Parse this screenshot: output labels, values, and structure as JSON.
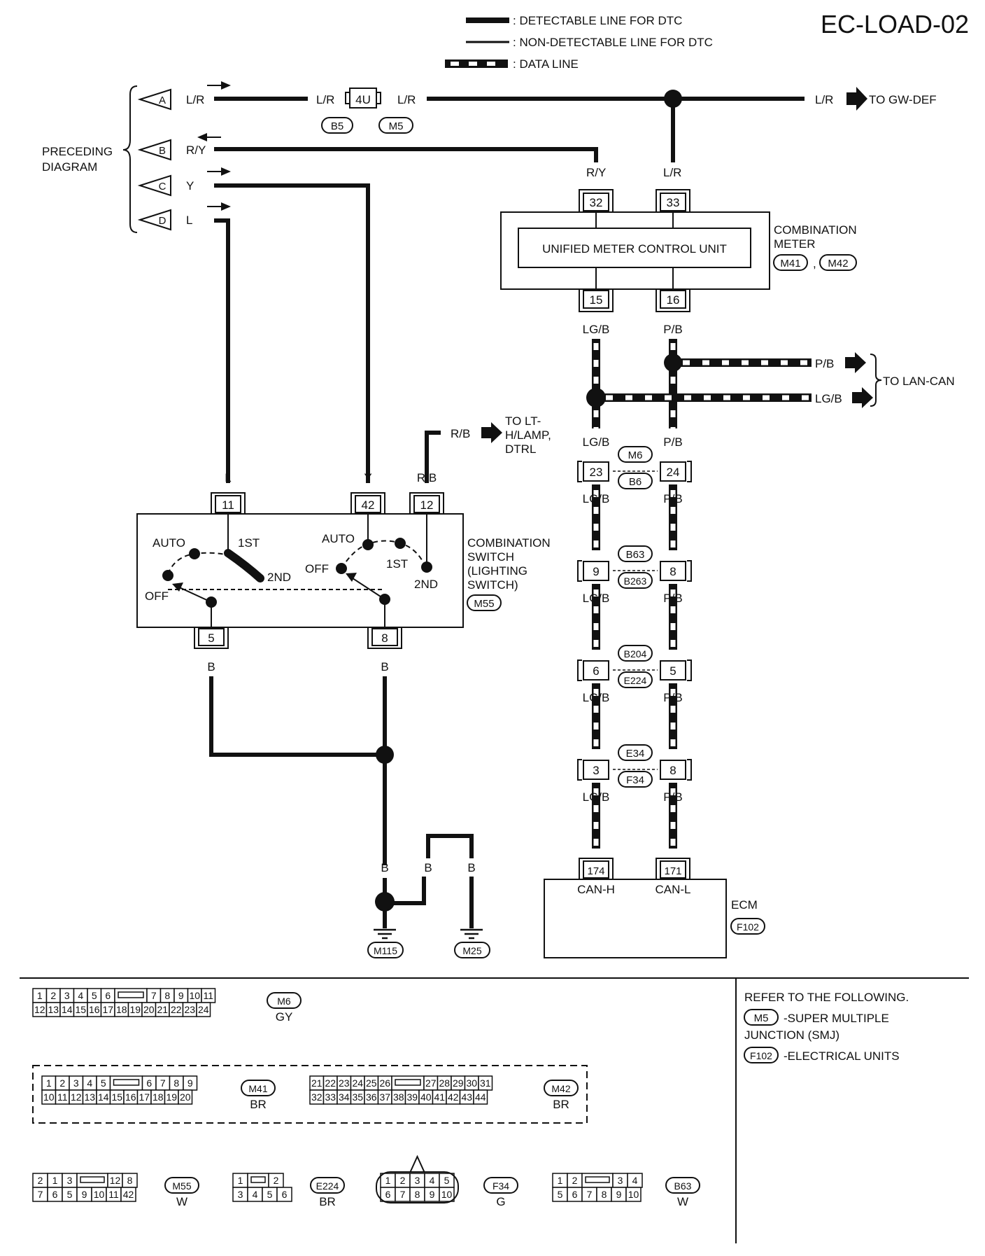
{
  "title": "EC-LOAD-02",
  "legend": {
    "detectable": ": DETECTABLE LINE FOR DTC",
    "non_detectable": ": NON-DETECTABLE LINE FOR DTC",
    "data_line": ": DATA LINE"
  },
  "preceding": {
    "label_line1": "PRECEDING",
    "label_line2": "DIAGRAM",
    "terminals": [
      {
        "id": "A",
        "wire": "L/R"
      },
      {
        "id": "B",
        "wire": "R/Y"
      },
      {
        "id": "C",
        "wire": "Y"
      },
      {
        "id": "D",
        "wire": "L"
      }
    ]
  },
  "top_line": {
    "wire_left": "L/R",
    "connector": "4U",
    "wire_right": "L/R",
    "conn_b5": "B5",
    "conn_m5": "M5",
    "wire_out": "L/R",
    "dest": "TO GW-DEF"
  },
  "meter": {
    "name_line1": "COMBINATION",
    "name_line2": "METER",
    "unit": "UNIFIED METER CONTROL UNIT",
    "conn1": "M41",
    "conn2": "M42",
    "sep": ",",
    "pin_in_left": "32",
    "pin_in_right": "33",
    "wire_in_left": "R/Y",
    "wire_in_right": "L/R",
    "pin_out_left": "15",
    "pin_out_right": "16",
    "wire_out_left": "LG/B",
    "wire_out_right": "P/B"
  },
  "lan": {
    "wire1": "P/B",
    "wire2": "LG/B",
    "dest": "TO LAN-CAN"
  },
  "can_chain": [
    {
      "left_pin": "23",
      "right_pin": "24",
      "conn_top": "M6",
      "conn_bot": "B6",
      "wire_l": "LG/B",
      "wire_r": "P/B"
    },
    {
      "left_pin": "9",
      "right_pin": "8",
      "conn_top": "B63",
      "conn_bot": "B263",
      "wire_l": "LG/B",
      "wire_r": "P/B"
    },
    {
      "left_pin": "6",
      "right_pin": "5",
      "conn_top": "B204",
      "conn_bot": "E224",
      "wire_l": "LG/B",
      "wire_r": "P/B"
    },
    {
      "left_pin": "3",
      "right_pin": "8",
      "conn_top": "E34",
      "conn_bot": "F34",
      "wire_l": "LG/B",
      "wire_r": "P/B"
    }
  ],
  "chain_top_wires": {
    "left": "LG/B",
    "right": "P/B"
  },
  "ecm": {
    "name": "ECM",
    "conn": "F102",
    "pin_h": "174",
    "pin_l": "171",
    "label_h": "CAN-H",
    "label_l": "CAN-L"
  },
  "comb_switch": {
    "name_lines": [
      "COMBINATION",
      "SWITCH",
      "(LIGHTING",
      "SWITCH)"
    ],
    "conn": "M55",
    "pin11": "11",
    "pin42": "42",
    "pin12": "12",
    "pin5": "5",
    "pin8": "8",
    "wire11": "L",
    "wire42": "Y",
    "wire12": "R/B",
    "wire5": "B",
    "wire8": "B",
    "pos_auto": "AUTO",
    "pos_1st": "1ST",
    "pos_2nd": "2ND",
    "pos_off": "OFF",
    "rb_out": "R/B",
    "dest_lines": [
      "TO LT-",
      "H/LAMP,",
      "DTRL"
    ]
  },
  "grounds": {
    "wire_a": "B",
    "wire_b": "B",
    "wire_c": "B",
    "g1": "M115",
    "g2": "M25"
  },
  "refer": {
    "title": "REFER TO THE FOLLOWING.",
    "item1_conn": "M5",
    "item1_text_line1": "-SUPER MULTIPLE",
    "item1_text_line2": "JUNCTION (SMJ)",
    "item2_conn": "F102",
    "item2_text": "-ELECTRICAL UNITS"
  },
  "connectors": [
    {
      "id": "M6",
      "color": "GY",
      "row1": [
        "1",
        "2",
        "3",
        "4",
        "5",
        "6",
        "",
        "7",
        "8",
        "9",
        "10",
        "11"
      ],
      "row2": [
        "12",
        "13",
        "14",
        "15",
        "16",
        "17",
        "18",
        "19",
        "20",
        "21",
        "22",
        "23",
        "24"
      ]
    },
    {
      "id": "M41",
      "color": "BR",
      "row1": [
        "1",
        "2",
        "3",
        "4",
        "5",
        "",
        "6",
        "7",
        "8",
        "9"
      ],
      "row2": [
        "10",
        "11",
        "12",
        "13",
        "14",
        "15",
        "16",
        "17",
        "18",
        "19",
        "20"
      ]
    },
    {
      "id": "M42",
      "color": "BR",
      "row1": [
        "21",
        "22",
        "23",
        "24",
        "25",
        "26",
        "",
        "27",
        "28",
        "29",
        "30",
        "31"
      ],
      "row2": [
        "32",
        "33",
        "34",
        "35",
        "36",
        "37",
        "38",
        "39",
        "40",
        "41",
        "42",
        "43",
        "44"
      ]
    },
    {
      "id": "M55",
      "color": "W",
      "row1": [
        "2",
        "1",
        "3",
        "",
        "12",
        "8"
      ],
      "row2": [
        "7",
        "6",
        "5",
        "9",
        "10",
        "11",
        "42"
      ]
    },
    {
      "id": "E224",
      "color": "BR",
      "row1": [
        "1",
        "",
        "2"
      ],
      "row2": [
        "3",
        "4",
        "5",
        "6"
      ]
    },
    {
      "id": "F34",
      "color": "G",
      "row1": [
        "1",
        "2",
        "3",
        "4",
        "5"
      ],
      "row2": [
        "6",
        "7",
        "8",
        "9",
        "10"
      ]
    },
    {
      "id": "B63",
      "color": "W",
      "row1": [
        "1",
        "2",
        "",
        "3",
        "4"
      ],
      "row2": [
        "5",
        "6",
        "7",
        "8",
        "9",
        "10"
      ]
    }
  ]
}
